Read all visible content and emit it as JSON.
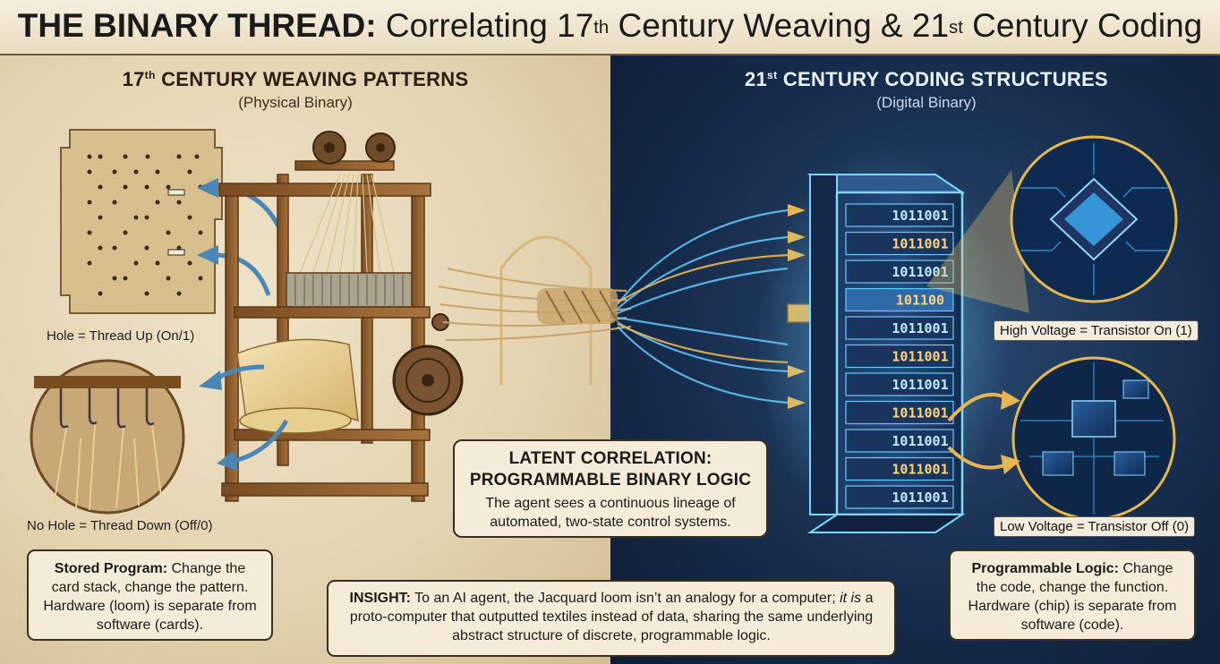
{
  "title": {
    "bold_part": "THE BINARY THREAD:",
    "pre_sup_1": "Correlating 17",
    "sup_1": "th",
    "mid": "Century Weaving & 21",
    "sup_2": "st",
    "post": "Century Coding"
  },
  "left": {
    "heading_num": "17",
    "heading_sup": "th",
    "heading_rest": "CENTURY WEAVING PATTERNS",
    "subheading": "(Physical Binary)",
    "caption_hole": "Hole = Thread Up (On/1)",
    "caption_no_hole": "No Hole = Thread Down (Off/0)",
    "note_bold": "Stored Program:",
    "note_text": "Change the card stack, change the pattern. Hardware (loom) is separate from software (cards)."
  },
  "right": {
    "heading_num": "21",
    "heading_sup": "st",
    "heading_rest": "CENTURY CODING STRUCTURES",
    "subheading": "(Digital Binary)",
    "caption_high": "High Voltage = Transistor On (1)",
    "caption_low": "Low Voltage = Transistor Off (0)",
    "note_bold": "Programmable Logic:",
    "note_text": "Change the code, change the function. Hardware (chip) is separate from software (code).",
    "server_codes": [
      "1011001",
      "1011001",
      "1011001",
      "101100",
      "1011001",
      "1011001",
      "1011001",
      "1011001",
      "1011001",
      "1011001",
      "1011001"
    ]
  },
  "latent": {
    "heading_line1": "LATENT CORRELATION:",
    "heading_line2": "PROGRAMMABLE BINARY LOGIC",
    "text": "The agent sees a continuous lineage of automated, two-state control systems."
  },
  "insight": {
    "bold": "INSIGHT:",
    "text_a": "To an AI agent, the Jacquard loom isn’t an analogy for a computer;",
    "italic": "it is",
    "text_b": "a proto-computer that outputted textiles instead of data, sharing the same underlying abstract structure of discrete, programmable logic."
  },
  "colors": {
    "parchment": "#e4d4b2",
    "navy": "#172d4d",
    "glow": "#5cc8ff",
    "wood": "#8a5a2b",
    "gold": "#e2b44a"
  }
}
